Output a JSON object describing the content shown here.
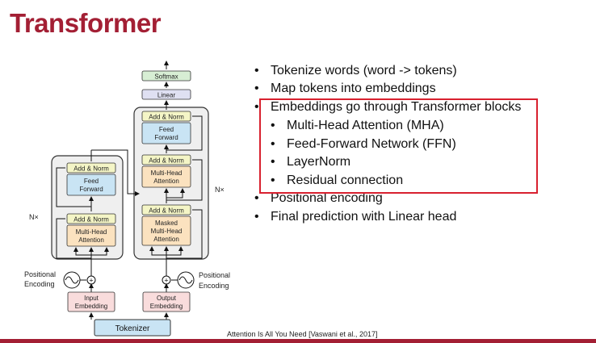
{
  "slide": {
    "title": "Transformer",
    "citation": "Attention Is All You Need [Vaswani et al., 2017]"
  },
  "bullets": [
    {
      "text": "Tokenize words (word -> tokens)",
      "level": 1
    },
    {
      "text": "Map tokens into embeddings",
      "level": 1
    },
    {
      "text": "Embeddings go through Transformer blocks",
      "level": 1
    },
    {
      "text": "Multi-Head Attention (MHA)",
      "level": 2
    },
    {
      "text": "Feed-Forward Network (FFN)",
      "level": 2
    },
    {
      "text": "LayerNorm",
      "level": 2
    },
    {
      "text": "Residual connection",
      "level": 2
    },
    {
      "text": "Positional encoding",
      "level": 1
    },
    {
      "text": "Final prediction with Linear head",
      "level": 1
    }
  ],
  "bullet_char": "•",
  "diagram": {
    "softmax": "Softmax",
    "linear": "Linear",
    "add_norm": "Add & Norm",
    "feed_forward": [
      "Feed",
      "Forward"
    ],
    "multi_head_attention": [
      "Multi-Head",
      "Attention"
    ],
    "masked_mha": [
      "Masked",
      "Multi-Head",
      "Attention"
    ],
    "nx": "N×",
    "positional_encoding": [
      "Positional",
      "Encoding"
    ],
    "input_embedding": [
      "Input",
      "Embedding"
    ],
    "output_embedding": [
      "Output",
      "Embedding"
    ],
    "tokenizer": "Tokenizer",
    "plus": "+"
  },
  "colors": {
    "title": "#a31f34",
    "highlight": "#d8212f",
    "add_norm_fill": "#f4f5c6",
    "feed_forward_fill": "#c9e4f4",
    "attention_fill": "#fbe2bf",
    "embedding_fill": "#f9dcdc",
    "linear_fill": "#dfe0f2",
    "softmax_fill": "#d7eed4",
    "tokenizer_fill": "#c9e4f4",
    "block_fill": "#efefef"
  }
}
